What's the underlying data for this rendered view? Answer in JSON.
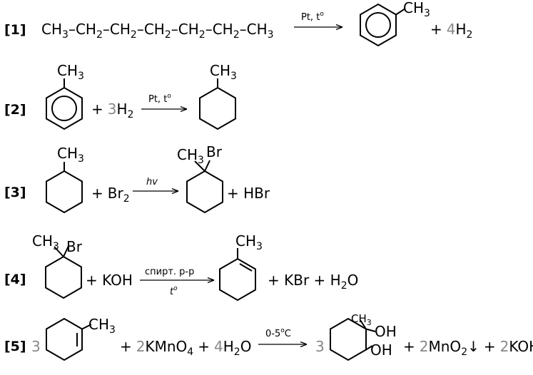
{
  "colors": {
    "ink": "#000000",
    "coefficient": "#888888"
  },
  "reactions": [
    {
      "label": "[1]",
      "reactant": [
        "CH",
        "3",
        "–CH",
        "2",
        "–CH",
        "2",
        "–CH",
        "2",
        "–CH",
        "2",
        "–CH",
        "2",
        "–CH",
        "3"
      ],
      "arrow_top": "Pt, t",
      "arrow_top_sup": "o",
      "product_substituent": [
        "CH",
        "3"
      ],
      "byproduct": {
        "plus": "+",
        "coef": "4",
        "formula": "H",
        "sub": "2"
      }
    },
    {
      "label": "[2]",
      "reactant_substituent": [
        "CH",
        "3"
      ],
      "reagent": {
        "plus": "+",
        "coef": "3",
        "formula": "H",
        "sub": "2"
      },
      "arrow_top": "Pt, t",
      "arrow_top_sup": "o",
      "product_substituent": [
        "CH",
        "3"
      ]
    },
    {
      "label": "[3]",
      "reactant_substituent": [
        "CH",
        "3"
      ],
      "reagent": {
        "plus": "+",
        "formula": "Br",
        "sub": "2"
      },
      "arrow_top": "hv",
      "product_substituents": {
        "methyl": [
          "CH",
          "3"
        ],
        "halogen": "Br"
      },
      "byproduct": "+ HBr"
    },
    {
      "label": "[4]",
      "reactant_substituents": {
        "methyl": [
          "CH",
          "3"
        ],
        "halogen": "Br"
      },
      "reagent": "+ KOH",
      "arrow_top": "спирт. р-р",
      "arrow_bottom": "t",
      "arrow_bottom_sup": "o",
      "product_substituent": [
        "CH",
        "3"
      ],
      "byproducts": {
        "kbr": "+ KBr + H",
        "sub": "2",
        "tail": "O"
      }
    },
    {
      "label": "[5]",
      "reactant_coef": "3",
      "reactant_substituent": [
        "CH",
        "3"
      ],
      "reagents": {
        "plus1": "+",
        "coef1": "2",
        "kmno4": "KMnO",
        "kmno4_sub": "4",
        "plus2": "+",
        "coef2": "4",
        "water": "H",
        "water_sub": "2",
        "water_tail": "O"
      },
      "arrow_top": "0-5",
      "arrow_top_sup": "o",
      "arrow_top_tail": "C",
      "product_coef": "3",
      "product_substituents": {
        "methyl": [
          "CH",
          "3"
        ],
        "oh1": "OH",
        "oh2": "OH"
      },
      "byproducts": {
        "plus1": "+",
        "coef1": "2",
        "mno2": "MnO",
        "mno2_sub": "2",
        "mno2_tail": "↓",
        "plus2": "+",
        "coef2": "2",
        "koh": "KOH"
      }
    }
  ]
}
